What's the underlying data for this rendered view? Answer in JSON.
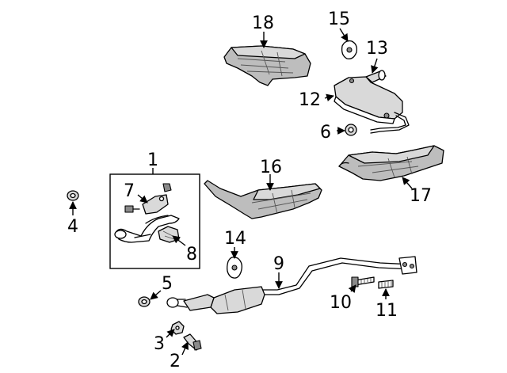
{
  "diagram": {
    "callouts": [
      {
        "id": "c1",
        "label": "1"
      },
      {
        "id": "c2",
        "label": "2"
      },
      {
        "id": "c3",
        "label": "3"
      },
      {
        "id": "c4",
        "label": "4"
      },
      {
        "id": "c5",
        "label": "5"
      },
      {
        "id": "c6",
        "label": "6"
      },
      {
        "id": "c7",
        "label": "7"
      },
      {
        "id": "c8",
        "label": "8"
      },
      {
        "id": "c9",
        "label": "9"
      },
      {
        "id": "c10",
        "label": "10"
      },
      {
        "id": "c11",
        "label": "11"
      },
      {
        "id": "c12",
        "label": "12"
      },
      {
        "id": "c13",
        "label": "13"
      },
      {
        "id": "c14",
        "label": "14"
      },
      {
        "id": "c15",
        "label": "15"
      },
      {
        "id": "c16",
        "label": "16"
      },
      {
        "id": "c17",
        "label": "17"
      },
      {
        "id": "c18",
        "label": "18"
      }
    ]
  },
  "colors": {
    "line": "#000000",
    "background": "#ffffff",
    "shield_fill": "#bdbdbd"
  }
}
